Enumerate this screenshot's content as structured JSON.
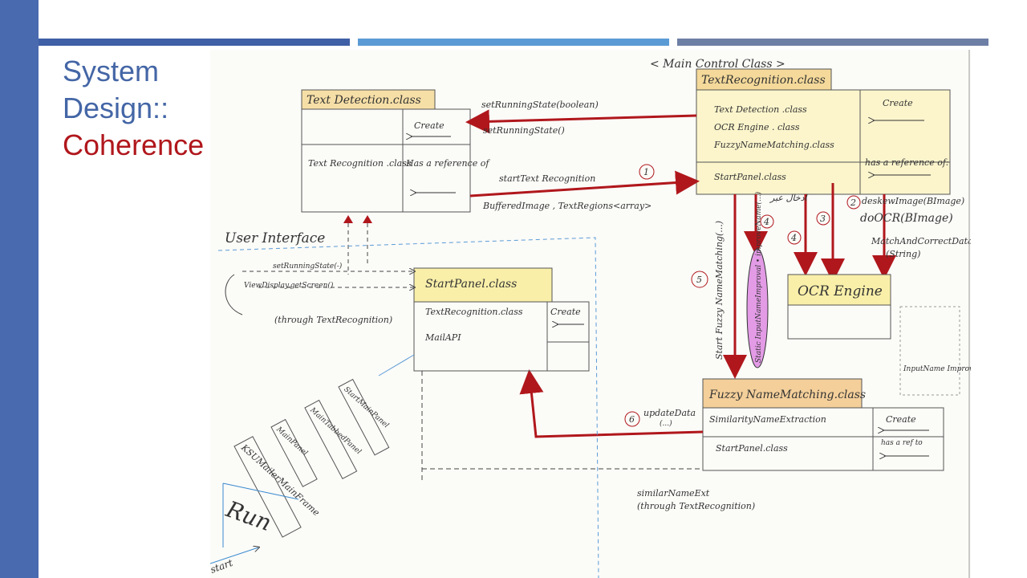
{
  "slide": {
    "title_line1": "System",
    "title_line2": "Design::",
    "title_line3": "Coherence",
    "colors": {
      "sidebar": "#4a6aaf",
      "bar1": "#3f5fa6",
      "bar2": "#5b9bd5",
      "bar3": "#6e7fa6",
      "title": "#4466a6",
      "accent": "#b0171c"
    }
  },
  "diagram": {
    "main_control_label": "< Main Control Class >",
    "text_detection": {
      "title": "Text Detection.class",
      "create": "Create",
      "attr": "Text Recognition .class",
      "has_ref": "Has a reference of"
    },
    "text_recognition": {
      "title": "TextRecognition.class",
      "attr1": "Text Detection .class",
      "attr2": "OCR Engine . class",
      "attr3": "FuzzyNameMatching.class",
      "attr4": "StartPanel.class",
      "create": "Create",
      "has_ref": "has a reference of:"
    },
    "start_panel": {
      "title": "StartPanel.class",
      "attr1": "TextRecognition.class",
      "attr2": "MailAPI",
      "create": "Create"
    },
    "ocr_engine": {
      "title": "OCR Engine"
    },
    "fuzzy": {
      "title": "Fuzzy NameMatching.class",
      "attr1": "SimilarityNameExtraction",
      "attr2": "StartPanel.class",
      "create": "Create",
      "has_ref": "has a ref to"
    },
    "messages": {
      "set_running": "setRunningState(boolean)",
      "set_running2": "setRunningState()",
      "start_text": "startText Recognition",
      "buffered": "BufferedImage , TextRegions<array>",
      "deskew": "deskewImage(BImage)",
      "do_ocr": "doOCR(BImage)",
      "match": "MatchAndCorrectData",
      "string": "(String)",
      "start_fuzzy": "Start Fuzzy NameMatching(...)",
      "static_input": "Static InputNameImproval • improveName(...)",
      "update_data": "updateData",
      "update_args": "(...)",
      "similar": "similarNameExt",
      "through_tr": "(through TextRecognition)",
      "ui_set": "setRunningState(-)",
      "ui_view": "ViewDisplay.getScreen()",
      "ui_through": "(through TextRecognition)",
      "arabic_note": "ادخال عبر",
      "side_note": "InputName Improver"
    },
    "numbers": [
      "1",
      "2",
      "3",
      "4",
      "4",
      "5",
      "6"
    ],
    "user_interface": "User Interface",
    "stack": [
      "StartMainPanel",
      "MainTabbedPanel",
      "MainPanel",
      "KSUMailerMainFrame"
    ],
    "run": "Run",
    "start": "start"
  }
}
